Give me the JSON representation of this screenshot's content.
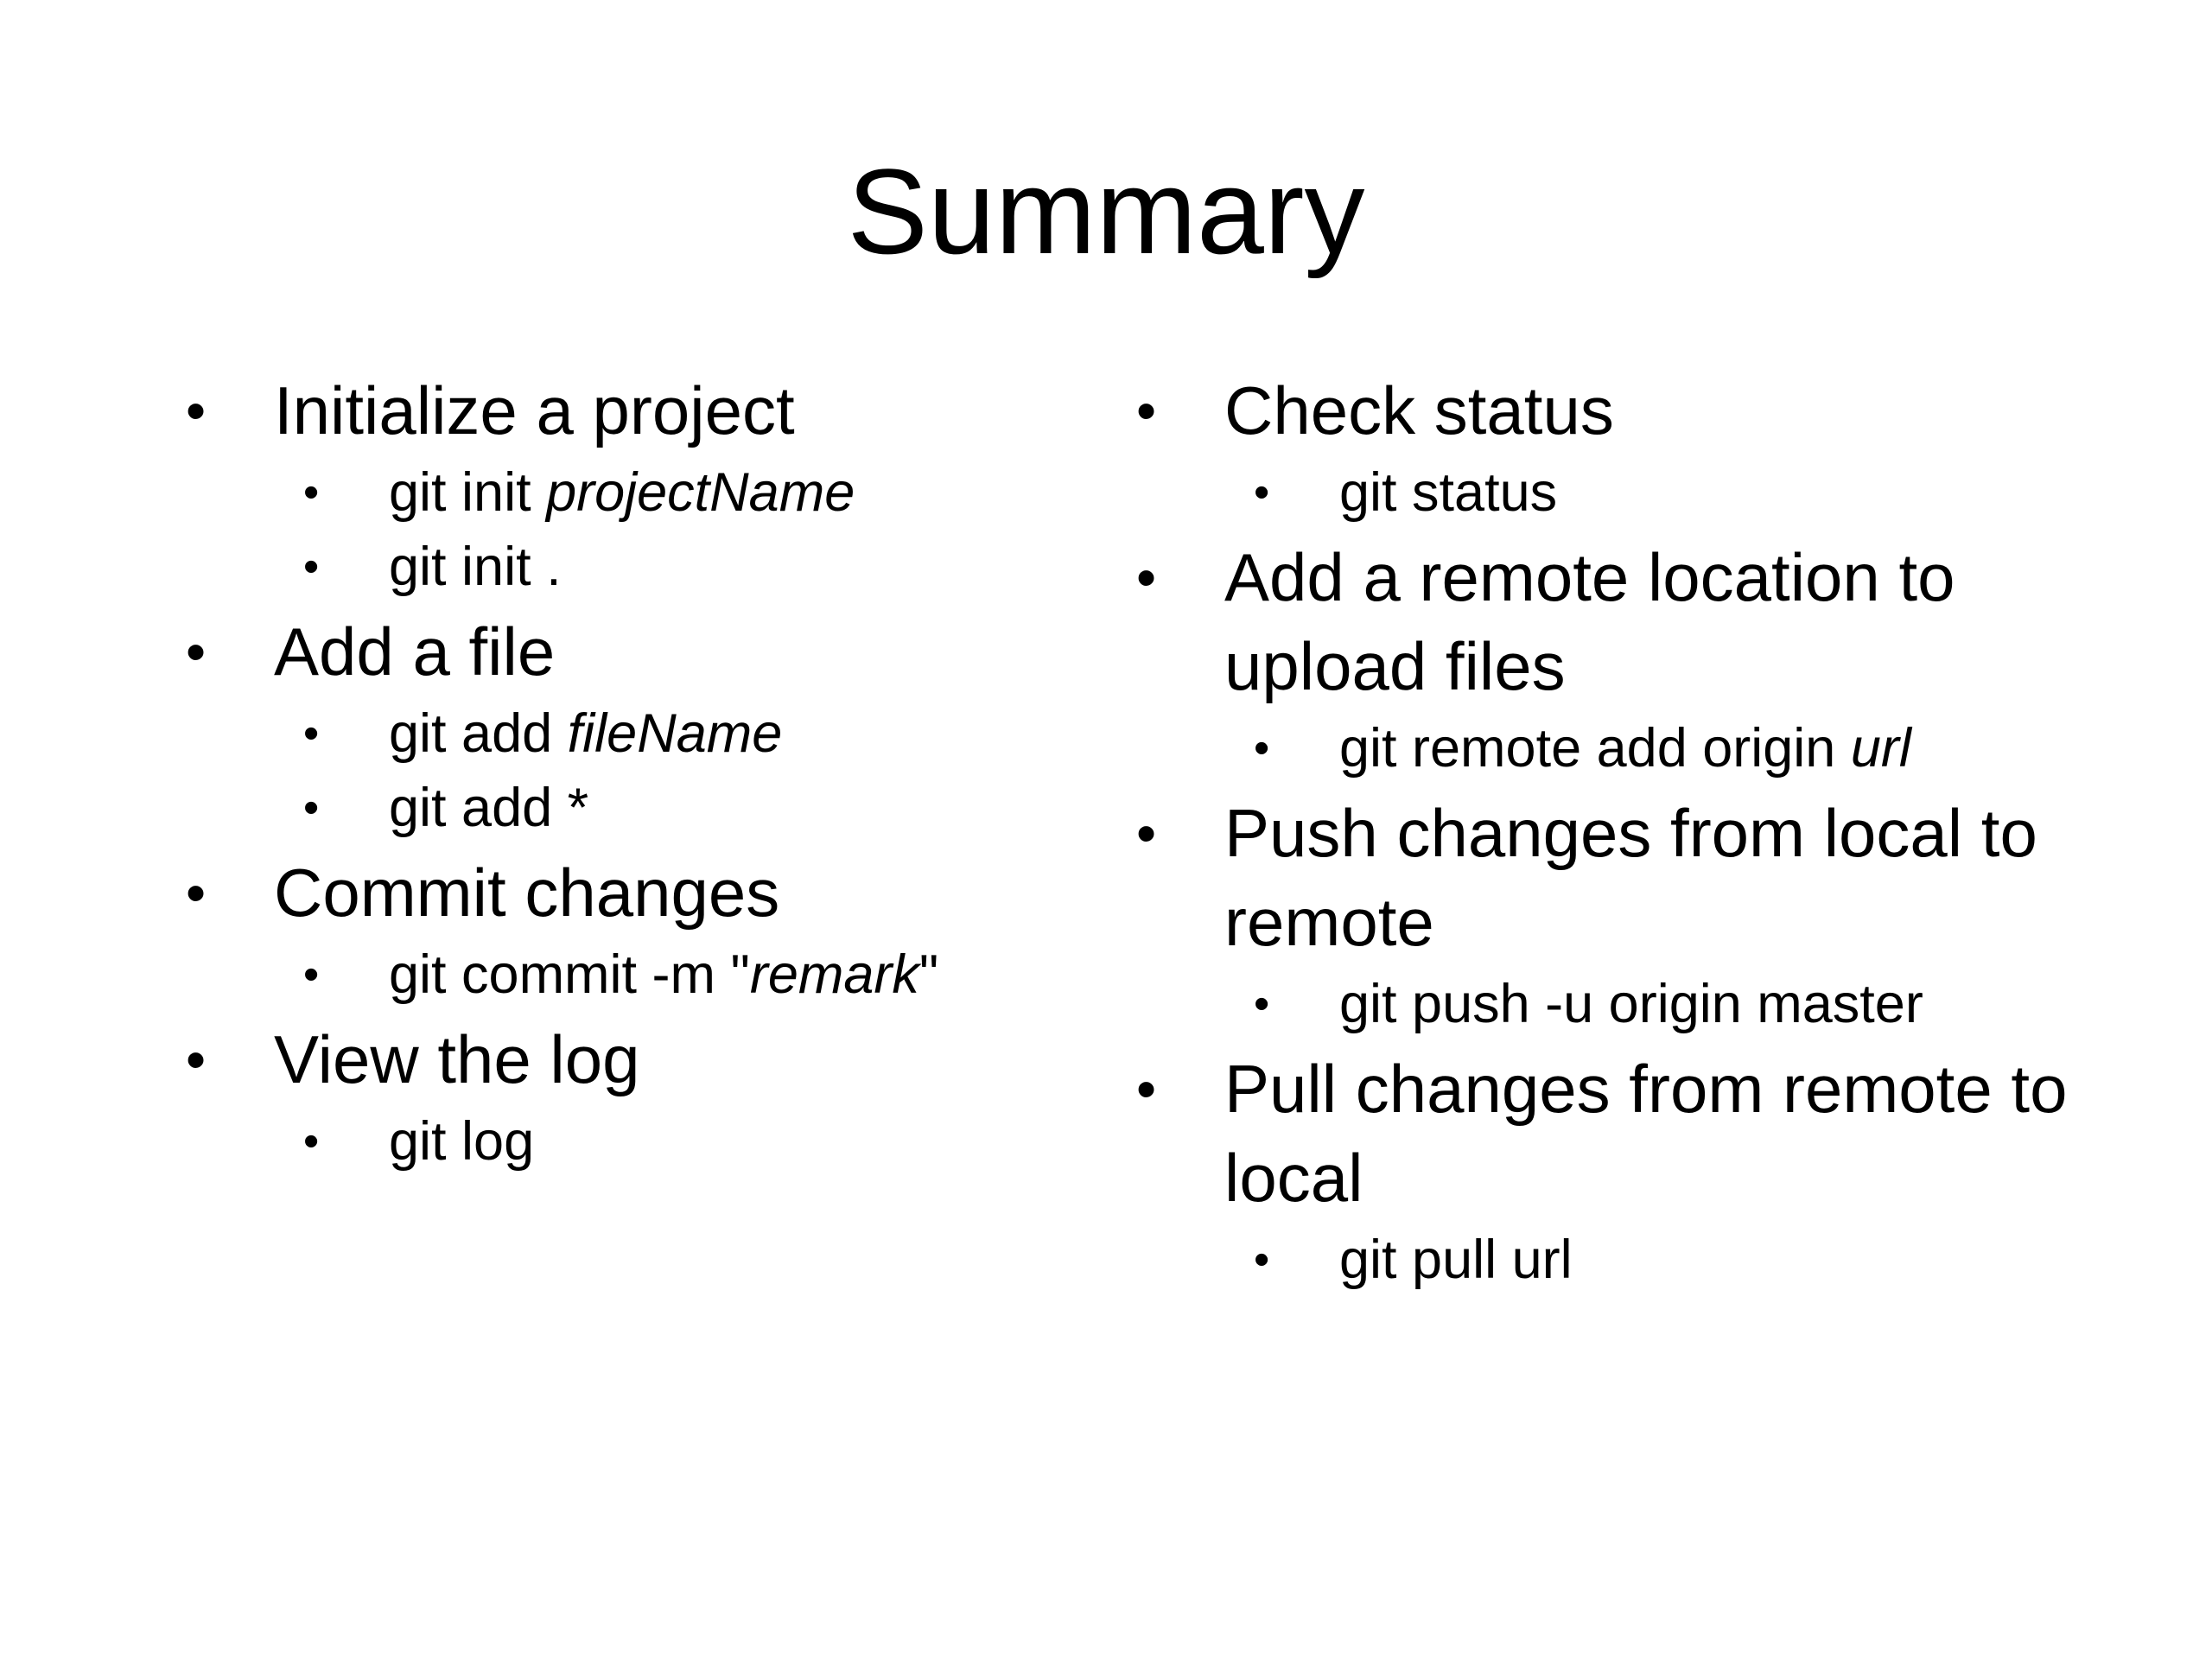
{
  "slide": {
    "title": "Summary",
    "bullet_glyph": "•",
    "left": [
      {
        "level": 1,
        "text": "Initialize a project"
      },
      {
        "level": 2,
        "prefix": "git init ",
        "italic": "projectName",
        "suffix": ""
      },
      {
        "level": 2,
        "prefix": "git init .",
        "italic": "",
        "suffix": ""
      },
      {
        "level": 1,
        "text": "Add a file"
      },
      {
        "level": 2,
        "prefix": "git add ",
        "italic": "fileName",
        "suffix": ""
      },
      {
        "level": 2,
        "prefix": "git add *",
        "italic": "",
        "suffix": ""
      },
      {
        "level": 1,
        "text": "Commit changes"
      },
      {
        "level": 2,
        "prefix": "git commit -m \"",
        "italic": "remark",
        "suffix": "\""
      },
      {
        "level": 1,
        "text": "View the log"
      },
      {
        "level": 2,
        "prefix": "git log",
        "italic": "",
        "suffix": ""
      }
    ],
    "right": [
      {
        "level": 1,
        "text": "Check status"
      },
      {
        "level": 2,
        "prefix": "git status",
        "italic": "",
        "suffix": ""
      },
      {
        "level": 1,
        "text": "Add a remote location to upload files"
      },
      {
        "level": 2,
        "prefix": "git remote add origin ",
        "italic": "url",
        "suffix": ""
      },
      {
        "level": 1,
        "text": "Push changes from local to remote"
      },
      {
        "level": 2,
        "prefix": "git push -u origin master",
        "italic": "",
        "suffix": ""
      },
      {
        "level": 1,
        "text": "Pull changes from remote to local"
      },
      {
        "level": 2,
        "prefix": "git pull url",
        "italic": "",
        "suffix": ""
      }
    ]
  }
}
